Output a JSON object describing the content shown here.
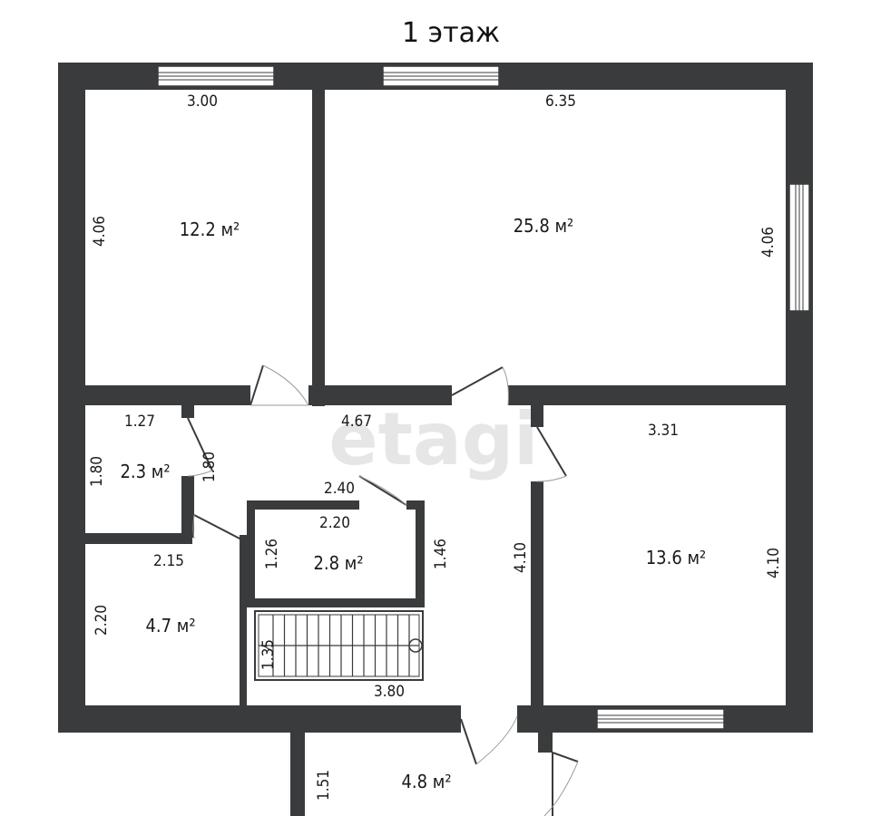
{
  "title": "1 этаж",
  "watermark": "etagi",
  "rooms": {
    "room_12_2": {
      "area": "12.2 м²",
      "width": "3.00",
      "height": "4.06"
    },
    "room_25_8": {
      "area": "25.8 м²",
      "width": "6.35",
      "height": "4.06"
    },
    "room_2_3": {
      "area": "2.3 м²",
      "width": "1.27",
      "height_left": "1.80",
      "height_right": "1.80"
    },
    "hall": {
      "width": "4.67",
      "depth": "4.10"
    },
    "room_2_8": {
      "area": "2.8 м²",
      "outer_width": "2.40",
      "width": "2.20",
      "height": "1.26"
    },
    "stair": {
      "height": "1.46",
      "width": "3.80",
      "side": "1.35"
    },
    "room_4_7": {
      "area": "4.7 м²",
      "width": "2.15",
      "height": "2.20"
    },
    "room_13_6": {
      "area": "13.6 м²",
      "width": "3.31",
      "height": "4.10"
    },
    "room_4_8": {
      "area": "4.8 м²",
      "height": "1.51"
    }
  }
}
